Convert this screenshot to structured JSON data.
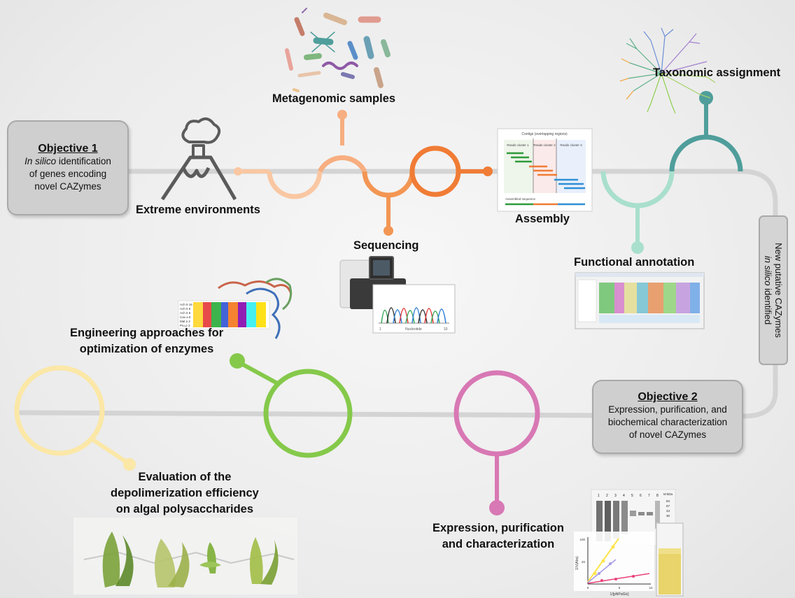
{
  "objective1": {
    "title": "Objective 1",
    "line1_italic": "In silico",
    "line1_rest": " identification",
    "line2": "of genes encoding",
    "line3": "novel CAZymes"
  },
  "objective2": {
    "title": "Objective 2",
    "line1": "Expression, purification, and",
    "line2": "biochemical characterization",
    "line3": "of novel CAZymes"
  },
  "side_label": {
    "line1": "New putative CAZymes",
    "line2_italic": "in silico",
    "line2_rest": " identified"
  },
  "steps": {
    "extreme": "Extreme environments",
    "metagenomic": "Metagenomic samples",
    "sequencing": "Sequencing",
    "assembly": "Assembly",
    "functional": "Functional annotation",
    "taxonomic": "Taxonomic assignment",
    "engineering_1": "Engineering approaches for",
    "engineering_2": "optimization of enzymes",
    "expression_1": "Expression, purification",
    "expression_2": "and characterization",
    "evaluation_1": "Evaluation of the",
    "evaluation_2": "depolimerization efficiency",
    "evaluation_3": "on algal polysaccharides"
  },
  "assembly_figure": {
    "header": "Contigs (overlapping regions)",
    "cluster1": "Reads cluster 1",
    "cluster2": "Reads cluster 2",
    "cluster3": "Reads cluster 3",
    "footer": "Assembled sequence"
  },
  "chromatogram": {
    "xlabel": "Nucleotide",
    "x_start": "1",
    "x_end": "10"
  },
  "alignment_labels": [
    "Ach 9 16",
    "Ach 5 6",
    "Ach 5 8",
    "Cav a 5",
    "Mal a 3",
    "Pru p 3"
  ],
  "gel": {
    "lanes": [
      "1",
      "2",
      "3",
      "4",
      "5",
      "6",
      "7",
      "8"
    ],
    "unit": "M kDa",
    "markers": [
      "94",
      "67",
      "43",
      "30"
    ]
  },
  "kinetics": {
    "ylabel": "1/V(Abs)",
    "xlabel": "1/[pNPαGlc]",
    "y_ticks": [
      "100",
      "20"
    ],
    "x_ticks": [
      "0",
      "5",
      "10"
    ]
  },
  "colors": {
    "peach": "#f9c7a2",
    "orange": "#f39654",
    "teal": "#4f9e9b",
    "mint": "#a9dfcd",
    "green": "#85c94a",
    "pink": "#d878b4",
    "yellow": "#fbe7a6",
    "track": "#d4d4d4"
  }
}
